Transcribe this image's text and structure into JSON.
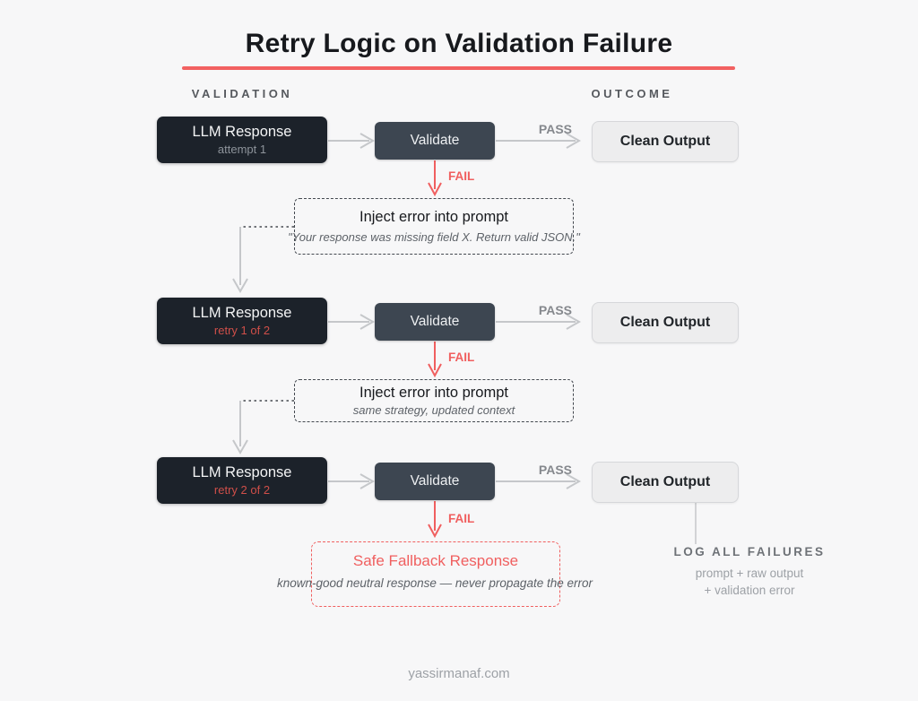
{
  "title": "Retry Logic on Validation Failure",
  "column_headers": {
    "validation": "VALIDATION",
    "outcome": "OUTCOME"
  },
  "rows": [
    {
      "llm_title": "LLM Response",
      "llm_subtitle": "attempt 1",
      "validate_label": "Validate",
      "pass_label": "PASS",
      "fail_label": "FAIL",
      "outcome_label": "Clean Output"
    },
    {
      "llm_title": "LLM Response",
      "llm_subtitle": "retry 1 of 2",
      "validate_label": "Validate",
      "pass_label": "PASS",
      "fail_label": "FAIL",
      "outcome_label": "Clean Output"
    },
    {
      "llm_title": "LLM Response",
      "llm_subtitle": "retry 2 of 2",
      "validate_label": "Validate",
      "pass_label": "PASS",
      "fail_label": "FAIL",
      "outcome_label": "Clean Output"
    }
  ],
  "inject_boxes": [
    {
      "title": "Inject error into prompt",
      "subtitle": "\"Your response was missing field X. Return valid JSON.\""
    },
    {
      "title": "Inject error into prompt",
      "subtitle": "same strategy, updated context"
    }
  ],
  "fallback": {
    "title": "Safe Fallback Response",
    "subtitle": "known-good neutral response — never propagate the error"
  },
  "log": {
    "title": "LOG ALL FAILURES",
    "line1": "prompt + raw output",
    "line2": "+ validation error"
  },
  "footer": "yassirmanaf.com",
  "colors": {
    "background": "#f7f7f8",
    "accent_red": "#f05f5f",
    "retry_red": "#cf4f49",
    "dark_box": "#1c222a",
    "slate_box": "#3d4651",
    "light_box": "#ededee",
    "arrow_gray": "#c5c7ca",
    "dashed_dark": "#43484f"
  }
}
